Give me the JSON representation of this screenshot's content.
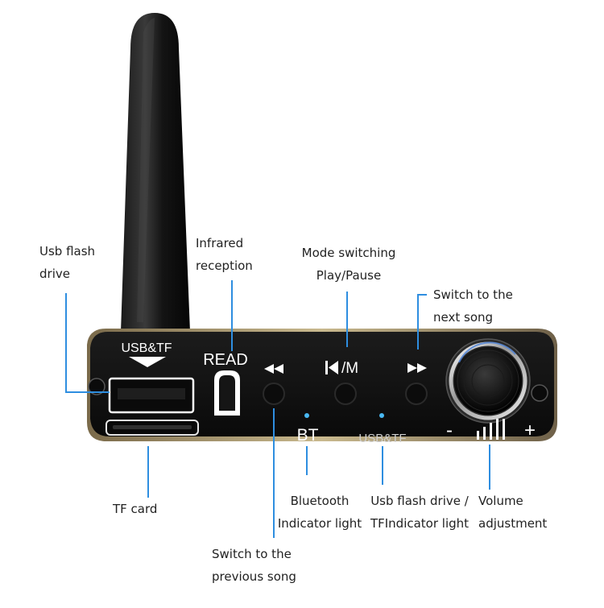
{
  "callouts": {
    "usb_flash_drive": [
      "Usb flash",
      "drive"
    ],
    "infrared": [
      "Infrared",
      "reception"
    ],
    "mode": [
      "Mode switching",
      "Play/Pause"
    ],
    "next_song": [
      "Switch to the",
      "next song"
    ],
    "tf_card": "TF card",
    "bluetooth": [
      "Bluetooth",
      "Indicator light"
    ],
    "usb_tf_light": [
      "Usb flash drive /",
      "TFIndicator light"
    ],
    "volume": [
      "Volume",
      "adjustment"
    ],
    "prev_song": [
      "Switch to the",
      "previous song"
    ]
  },
  "device": {
    "usb_tf_label": "USB&TF",
    "read_label": "READ",
    "mode_label": "/M",
    "bt_label": "BT",
    "usb_tf_indicator_label": "USB&TF",
    "minus_label": "-",
    "plus_label": "+"
  },
  "colors": {
    "line": "#2e8ee0",
    "device_body": "#121212",
    "indicator_dot": "#49b8f2"
  }
}
